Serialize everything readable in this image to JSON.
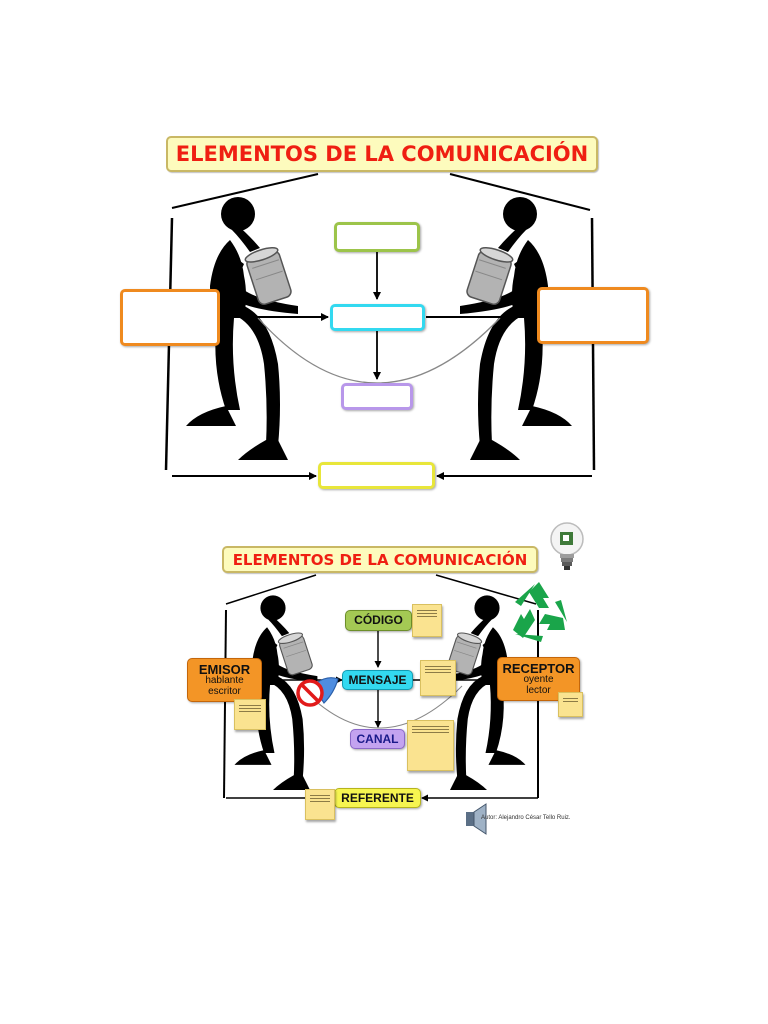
{
  "diagram1": {
    "title": "ELEMENTOS DE LA COMUNICACIÓN",
    "boxes": {
      "left": "",
      "right": "",
      "top": "",
      "middle": "",
      "lower": "",
      "bottom": ""
    }
  },
  "diagram2": {
    "title": "ELEMENTOS DE LA COMUNICACIÓN",
    "codigo": "CÓDIGO",
    "mensaje": "MENSAJE",
    "canal": "CANAL",
    "referente": "REFERENTE",
    "emisor": {
      "title": "EMISOR",
      "line1": "hablante",
      "line2": "escritor"
    },
    "receptor": {
      "title": "RECEPTOR",
      "line1": "oyente",
      "line2": "lector"
    },
    "credit": "Autor: Alejandro César Tello Ruiz."
  },
  "colors": {
    "title_bg": "#fdfbbd",
    "title_text": "#ef1f12",
    "green": "#a4c954",
    "cyan": "#33d9f0",
    "purple": "#c3a3f0",
    "yellow": "#f6f550",
    "orange": "#f39526",
    "orange_border": "#e57f14",
    "note": "#fae390"
  },
  "icons": [
    "lightbulb-icon",
    "recycle-icon",
    "speaker-icon",
    "no-sign-icon"
  ]
}
